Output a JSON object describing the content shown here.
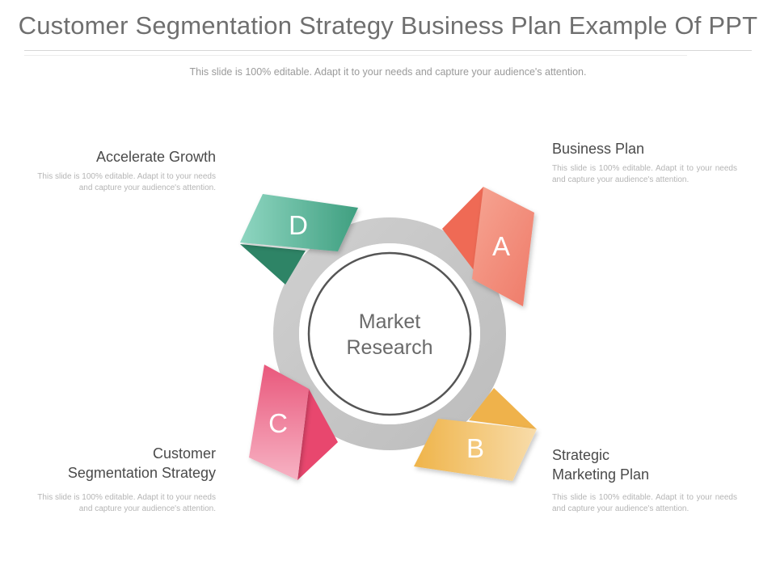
{
  "title": "Customer Segmentation Strategy Business Plan Example Of PPT",
  "subtitle": "This slide is 100% editable. Adapt it to your needs and capture your audience's attention.",
  "center": {
    "line1": "Market",
    "line2": "Research"
  },
  "segments": {
    "a": {
      "letter": "A",
      "heading": "Business Plan",
      "body": "This slide is 100% editable. Adapt it to your needs and capture your audience's attention.",
      "color": "#f28a77"
    },
    "b": {
      "letter": "B",
      "heading_line1": "Strategic",
      "heading_line2": "Marketing Plan",
      "body": "This slide is 100% editable. Adapt it to your needs and capture your audience's attention.",
      "color": "#f2bb5a"
    },
    "c": {
      "letter": "C",
      "heading_line1": "Customer",
      "heading_line2": "Segmentation Strategy",
      "body": "This slide is 100% editable. Adapt it to your needs and capture your audience's attention.",
      "color": "#ec6d8c"
    },
    "d": {
      "letter": "D",
      "heading": "Accelerate Growth",
      "body": "This slide is 100% editable. Adapt it to your needs and capture your audience's attention.",
      "color": "#4fb295"
    }
  }
}
